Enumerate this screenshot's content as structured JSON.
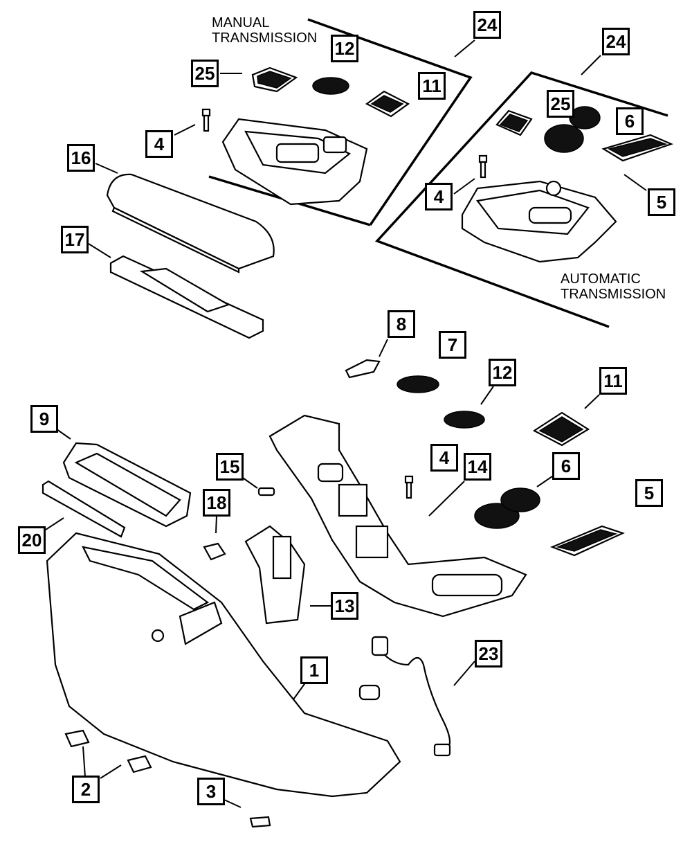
{
  "diagram": {
    "title": "Center Console Exploded Parts Diagram",
    "labels": {
      "manual": [
        "MANUAL",
        "TRANSMISSION"
      ],
      "automatic": [
        "AUTOMATIC",
        "TRANSMISSION"
      ]
    },
    "callouts": [
      {
        "id": "c24a",
        "text": "24"
      },
      {
        "id": "c12a",
        "text": "12"
      },
      {
        "id": "c25a",
        "text": "25"
      },
      {
        "id": "c11a",
        "text": "11"
      },
      {
        "id": "c4a",
        "text": "4"
      },
      {
        "id": "c16",
        "text": "16"
      },
      {
        "id": "c17",
        "text": "17"
      },
      {
        "id": "c24b",
        "text": "24"
      },
      {
        "id": "c25b",
        "text": "25"
      },
      {
        "id": "c6a",
        "text": "6"
      },
      {
        "id": "c4b",
        "text": "4"
      },
      {
        "id": "c5a",
        "text": "5"
      },
      {
        "id": "c8",
        "text": "8"
      },
      {
        "id": "c7",
        "text": "7"
      },
      {
        "id": "c12b",
        "text": "12"
      },
      {
        "id": "c11b",
        "text": "11"
      },
      {
        "id": "c9",
        "text": "9"
      },
      {
        "id": "c15",
        "text": "15"
      },
      {
        "id": "c4c",
        "text": "4"
      },
      {
        "id": "c14",
        "text": "14"
      },
      {
        "id": "c6b",
        "text": "6"
      },
      {
        "id": "c5b",
        "text": "5"
      },
      {
        "id": "c18",
        "text": "18"
      },
      {
        "id": "c20",
        "text": "20"
      },
      {
        "id": "c13",
        "text": "13"
      },
      {
        "id": "c1",
        "text": "1"
      },
      {
        "id": "c23",
        "text": "23"
      },
      {
        "id": "c2",
        "text": "2"
      },
      {
        "id": "c3",
        "text": "3"
      }
    ]
  }
}
